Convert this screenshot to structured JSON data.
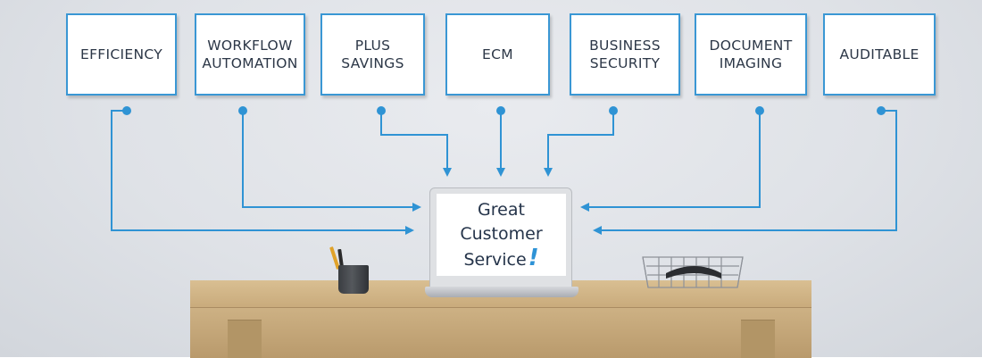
{
  "boxes": [
    {
      "id": "efficiency",
      "label": "EFFICIENCY"
    },
    {
      "id": "workflow-automation",
      "label": "WORKFLOW\nAUTOMATION"
    },
    {
      "id": "plus-savings",
      "label": "PLUS\nSAVINGS"
    },
    {
      "id": "ecm",
      "label": "ECM"
    },
    {
      "id": "business-security",
      "label": "BUSINESS\nSECURITY"
    },
    {
      "id": "document-imaging",
      "label": "DOCUMENT\nIMAGING"
    },
    {
      "id": "auditable",
      "label": "AUDITABLE"
    }
  ],
  "center": {
    "line1": "Great",
    "line2": "Customer",
    "line3": "Service",
    "exclamation": "!"
  },
  "colors": {
    "accent": "#3a97d4",
    "text": "#2c3747"
  }
}
